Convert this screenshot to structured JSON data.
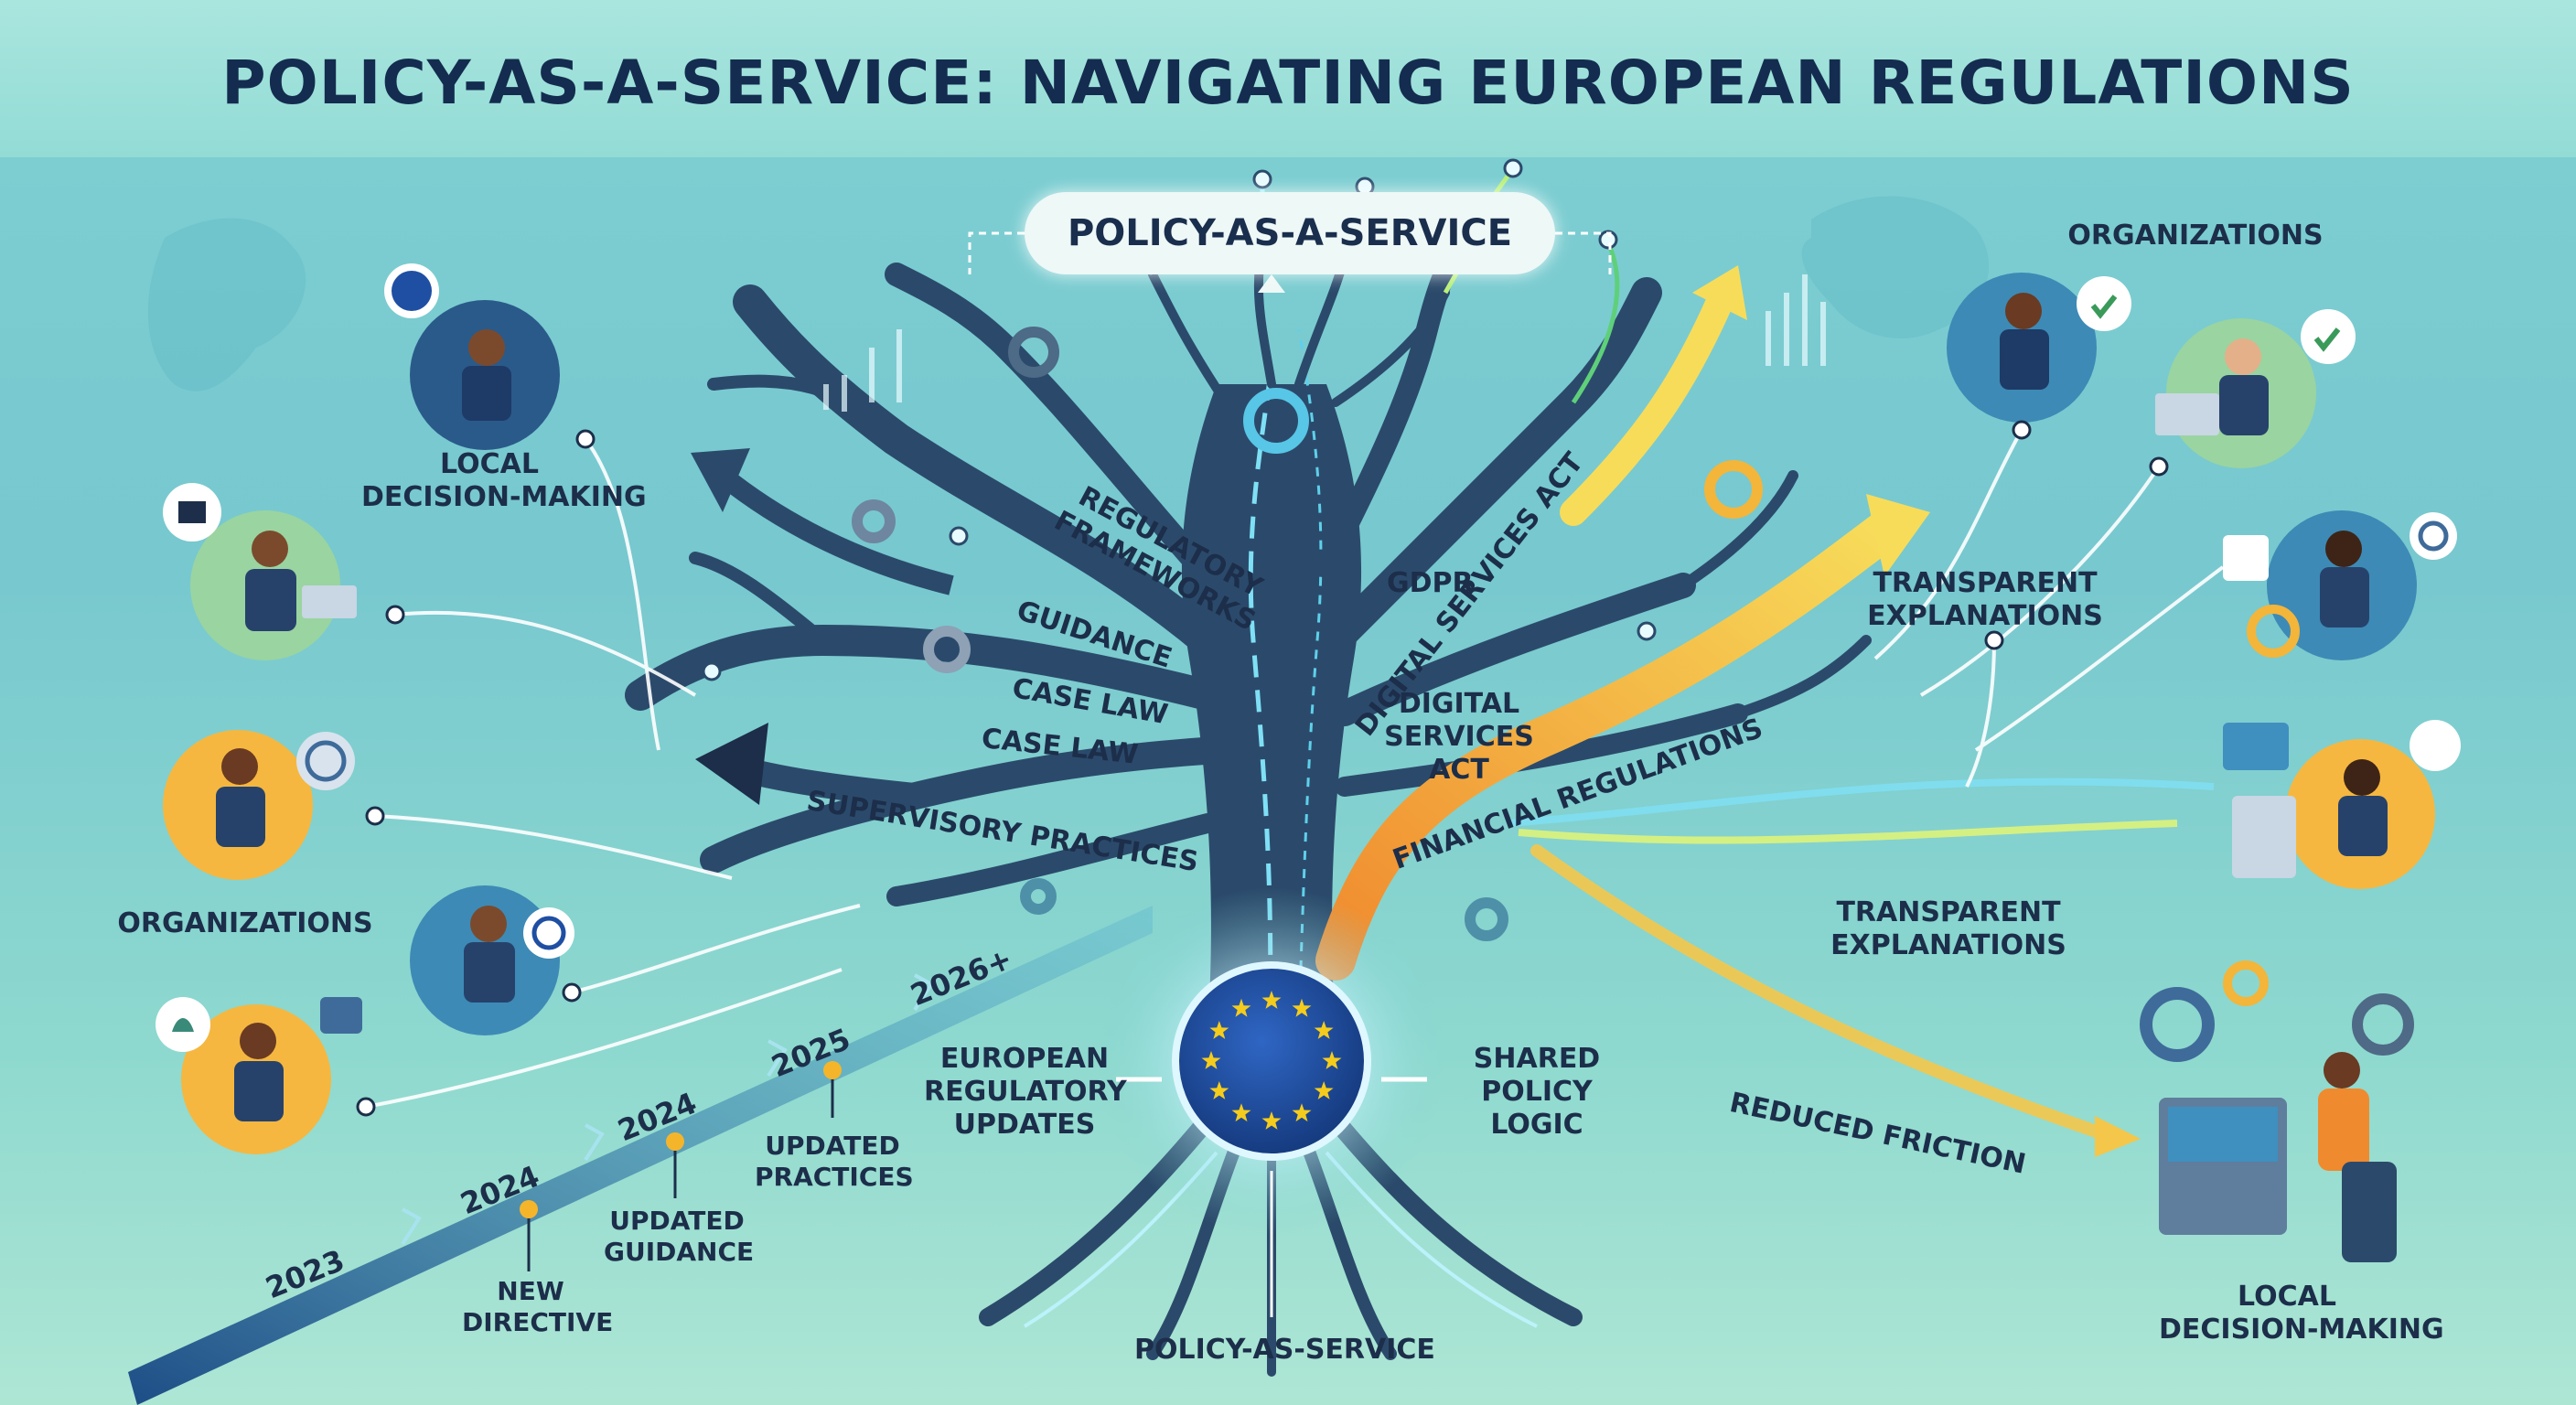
{
  "title": "POLICY-AS-A-SERVICE: NAVIGATING EUROPEAN REGULATIONS",
  "top_pill": "POLICY-AS-A-SERVICE",
  "left_labels": {
    "local": [
      "LOCAL",
      "DECISION-MAKING"
    ],
    "organizations": "ORGANIZATIONS"
  },
  "right_labels": {
    "organizations": "ORGANIZATIONS",
    "transparent_1": [
      "TRANSPARENT",
      "EXPLANATIONS"
    ],
    "transparent_2": [
      "TRANSPARENT",
      "EXPLANATIONS"
    ],
    "reduced": "REDUCED FRICTION",
    "local": [
      "LOCAL",
      "DECISION-MAKING"
    ]
  },
  "branch_labels": {
    "regulatory": [
      "REGULATORY",
      "FRAMEWORKS"
    ],
    "guidance": "GUIDANCE",
    "case_law_1": "CASE LAW",
    "case_law_2": "CASE LAW",
    "supervisory": "SUPERVISORY PRACTICES",
    "gdpr": "GDPR",
    "dsa_rot": "DIGITAL SERVICES ACT",
    "dsa": [
      "DIGITAL",
      "SERVICES",
      "ACT"
    ],
    "financial": "FINANCIAL REGULATIONS"
  },
  "center_labels": {
    "eu_updates": [
      "EUROPEAN",
      "REGULATORY",
      "UPDATES"
    ],
    "shared": [
      "SHARED",
      "POLICY",
      "LOGIC"
    ],
    "bottom": "POLICY-AS-SERVICE"
  },
  "timeline": {
    "years": [
      "2023",
      "2024",
      "2024",
      "2025",
      "2026+"
    ],
    "events": {
      "new_directive": [
        "NEW",
        "DIRECTIVE"
      ],
      "updated_guidance": [
        "UPDATED",
        "GUIDANCE"
      ],
      "updated_practices": [
        "UPDATED",
        "PRACTICES"
      ]
    }
  },
  "colors": {
    "navy": "#1c2e4a",
    "teal_bg": "#7ed0d2",
    "eu_blue": "#1f4fa3",
    "eu_star": "#f5cc1c",
    "arrow_yellow": "#f4c64a",
    "arrow_orange": "#f09a3a"
  }
}
